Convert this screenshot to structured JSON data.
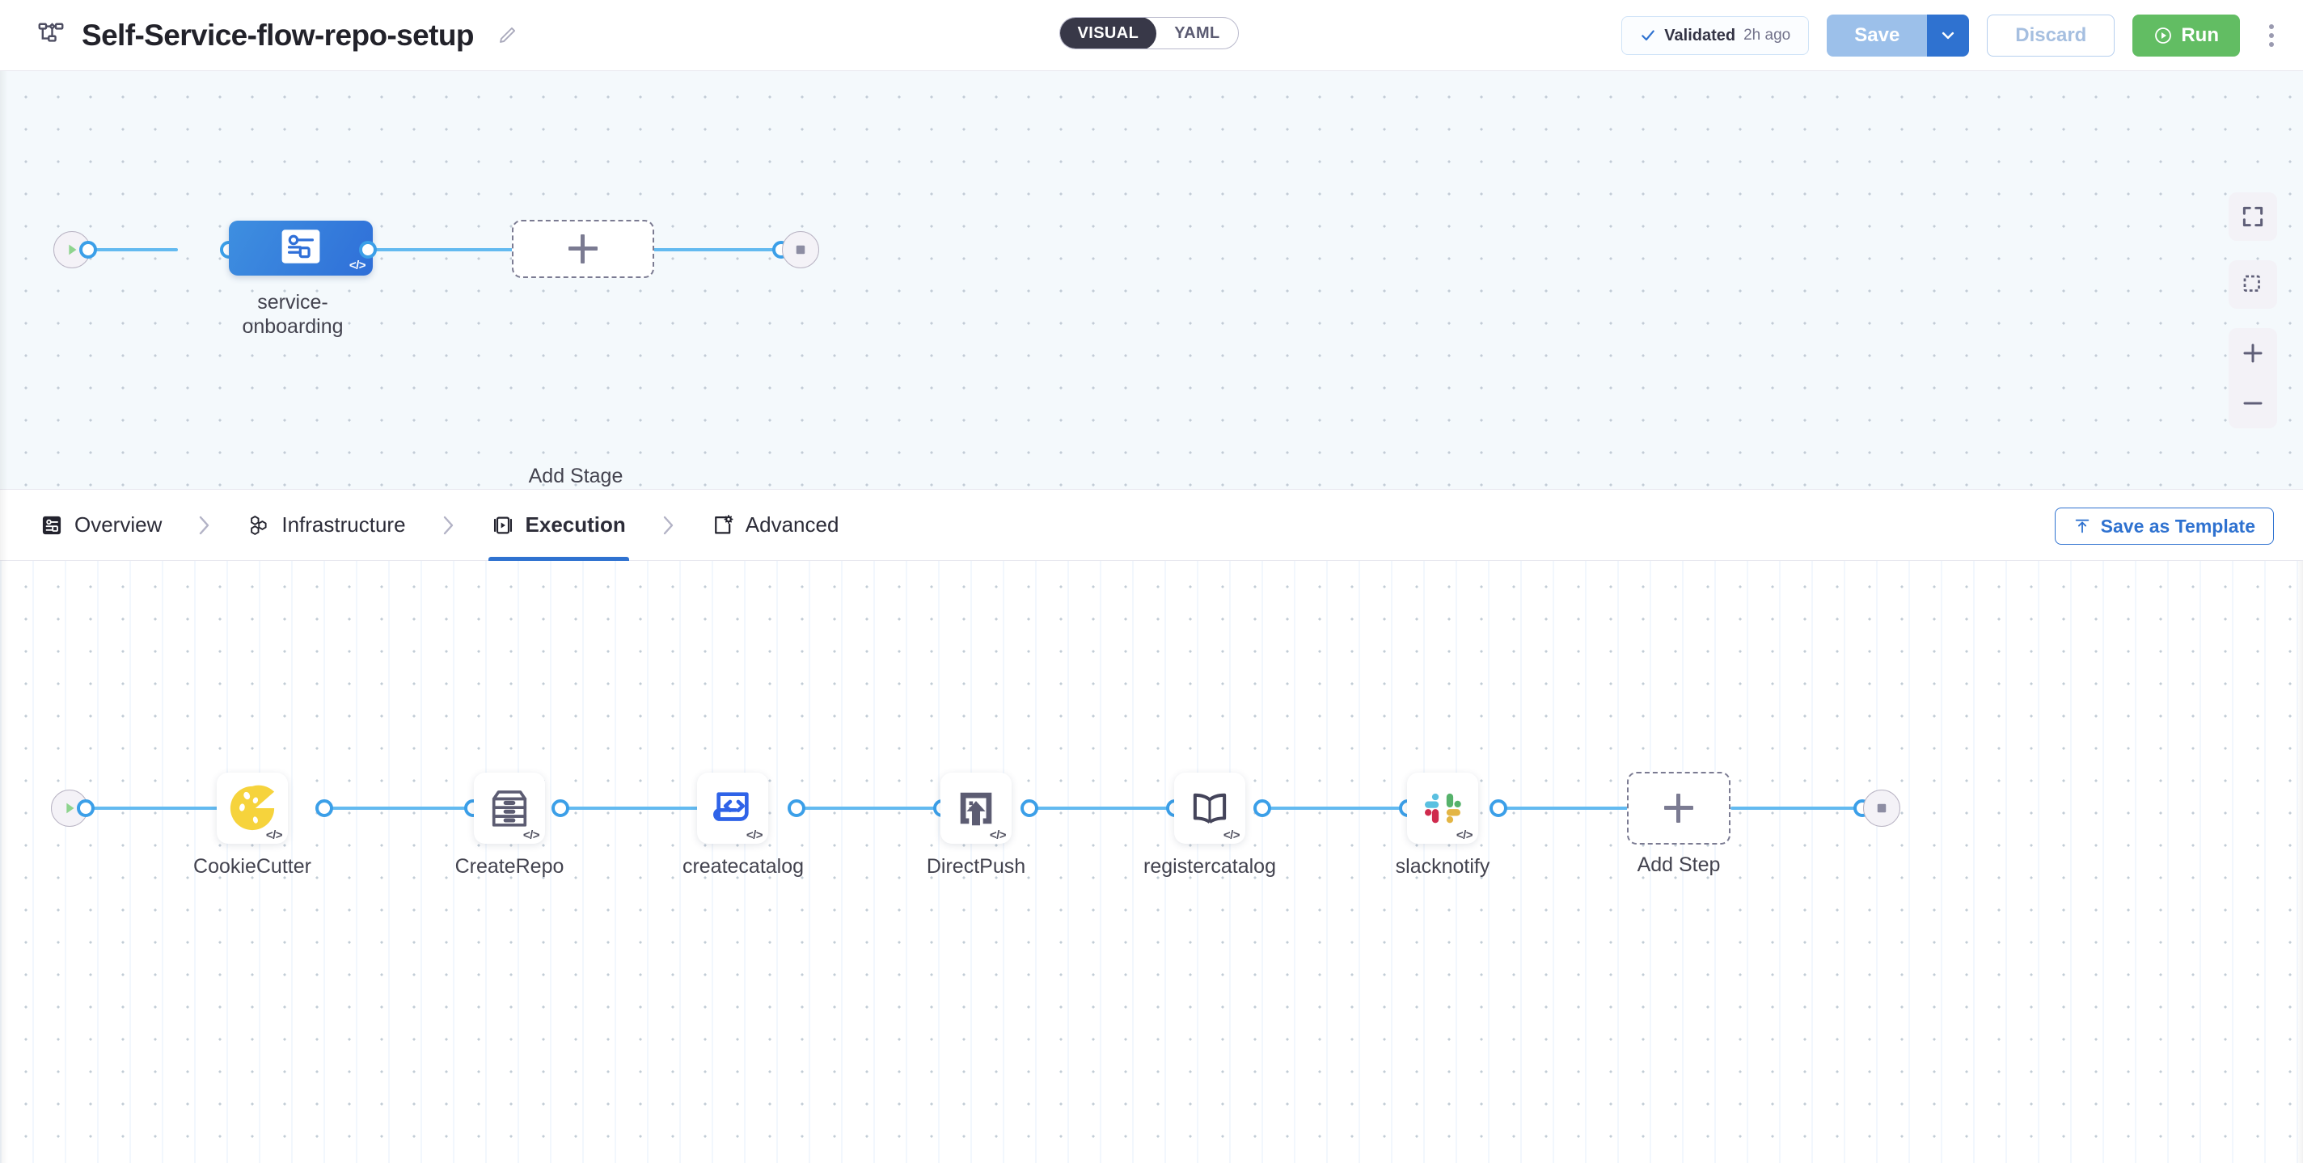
{
  "header": {
    "flow_icon": "pipeline-flow-icon",
    "title": "Self-Service-flow-repo-setup",
    "edit_icon": "pencil-edit-icon",
    "mode_toggle": {
      "options": [
        "VISUAL",
        "YAML"
      ],
      "selected": "VISUAL"
    },
    "validated": {
      "icon": "check-icon",
      "label": "Validated",
      "time": "2h ago"
    },
    "save_label": "Save",
    "save_caret_icon": "chevron-down-icon",
    "discard_label": "Discard",
    "run_label": "Run",
    "run_icon": "play-circle-icon",
    "more_icon": "kebab-menu-icon"
  },
  "stage_canvas": {
    "start_node": {
      "icon": "play-icon"
    },
    "end_node": {
      "icon": "stop-square-icon"
    },
    "stages": [
      {
        "name": "service-\nonboarding",
        "icon": "pipeline-stage-icon",
        "badge": "</>",
        "selected": true
      }
    ],
    "add_stage": {
      "label": "Add Stage",
      "icon": "plus-icon"
    },
    "zoom_controls": [
      {
        "name": "fit-to-screen",
        "icon": "expand-icon"
      },
      {
        "name": "area-select",
        "icon": "marquee-select-icon"
      },
      {
        "name": "zoom-in",
        "icon": "plus-icon"
      },
      {
        "name": "zoom-out",
        "icon": "minus-icon"
      }
    ]
  },
  "tabbar": {
    "tabs": [
      {
        "label": "Overview",
        "icon": "overview-node-icon",
        "active": false
      },
      {
        "label": "Infrastructure",
        "icon": "hexagon-cluster-icon",
        "active": false
      },
      {
        "label": "Execution",
        "icon": "play-box-icon",
        "active": true
      },
      {
        "label": "Advanced",
        "icon": "square-gear-icon",
        "active": false
      }
    ],
    "separator_icon": "chevron-right-icon",
    "save_as_template": {
      "label": "Save as Template",
      "icon": "upload-template-icon"
    }
  },
  "step_canvas": {
    "start_node": {
      "icon": "play-icon"
    },
    "end_node": {
      "icon": "stop-square-icon"
    },
    "steps": [
      {
        "name": "CookieCutter",
        "icon": "cookie-icon",
        "badge": "</>"
      },
      {
        "name": "CreateRepo",
        "icon": "file-cabinet-icon",
        "badge": "</>"
      },
      {
        "name": "createcatalog",
        "icon": "code-document-icon",
        "badge": "</>"
      },
      {
        "name": "DirectPush",
        "icon": "push-upload-icon",
        "badge": "</>"
      },
      {
        "name": "registercatalog",
        "icon": "open-book-icon",
        "badge": "</>"
      },
      {
        "name": "slacknotify",
        "icon": "slack-icon",
        "badge": "</>"
      }
    ],
    "add_step": {
      "label": "Add Step",
      "icon": "plus-icon"
    }
  },
  "colors": {
    "accent_blue": "#2f72d0",
    "edge_blue": "#63baf0",
    "stage_node_blue": "#3176d9",
    "run_green": "#62bd63",
    "canvas_stage_bg": "#f4f9fc",
    "canvas_step_bg": "#ffffff",
    "toggle_dark": "#383848"
  }
}
